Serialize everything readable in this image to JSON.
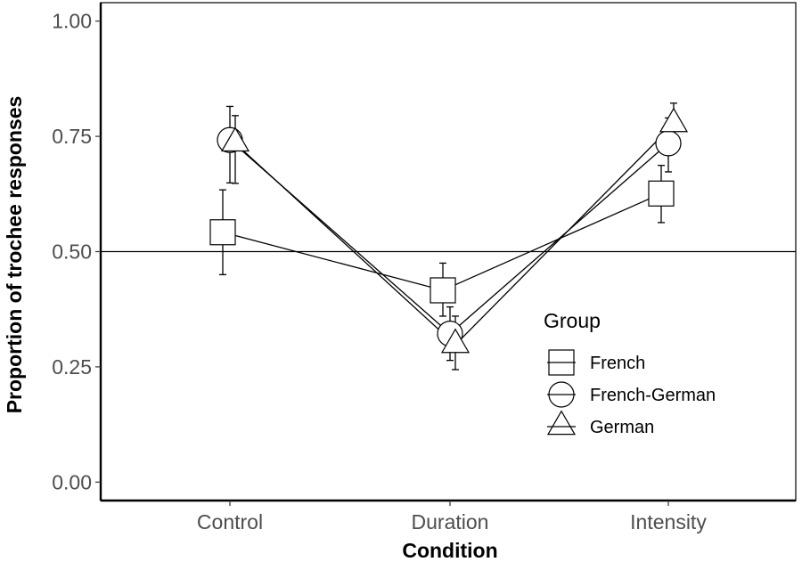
{
  "chart_data": {
    "type": "line",
    "xlabel": "Condition",
    "ylabel": "Proportion of trochee responses",
    "categories": [
      "Control",
      "Duration",
      "Intensity"
    ],
    "ylim": [
      -0.04,
      1.04
    ],
    "yticks": [
      "0.00",
      "0.25",
      "0.50",
      "0.75",
      "1.00"
    ],
    "reference_line": 0.5,
    "grid": false,
    "legend": {
      "title": "Group",
      "position": "right"
    },
    "series": [
      {
        "name": "French",
        "marker": "square",
        "values": [
          0.542,
          0.416,
          0.626
        ],
        "err_low": [
          0.45,
          0.36,
          0.563
        ],
        "err_high": [
          0.634,
          0.475,
          0.687
        ]
      },
      {
        "name": "French-German",
        "marker": "circle",
        "values": [
          0.742,
          0.322,
          0.735
        ],
        "err_low": [
          0.649,
          0.264,
          0.673
        ],
        "err_high": [
          0.815,
          0.38,
          0.79
        ]
      },
      {
        "name": "German",
        "marker": "triangle",
        "values": [
          0.735,
          0.298,
          0.777
        ],
        "err_low": [
          0.648,
          0.244,
          0.73
        ],
        "err_high": [
          0.795,
          0.36,
          0.822
        ]
      }
    ],
    "colors": {
      "line": "#000000",
      "marker_fill": "#ffffff",
      "tick_text": "#4d4d4d"
    }
  }
}
